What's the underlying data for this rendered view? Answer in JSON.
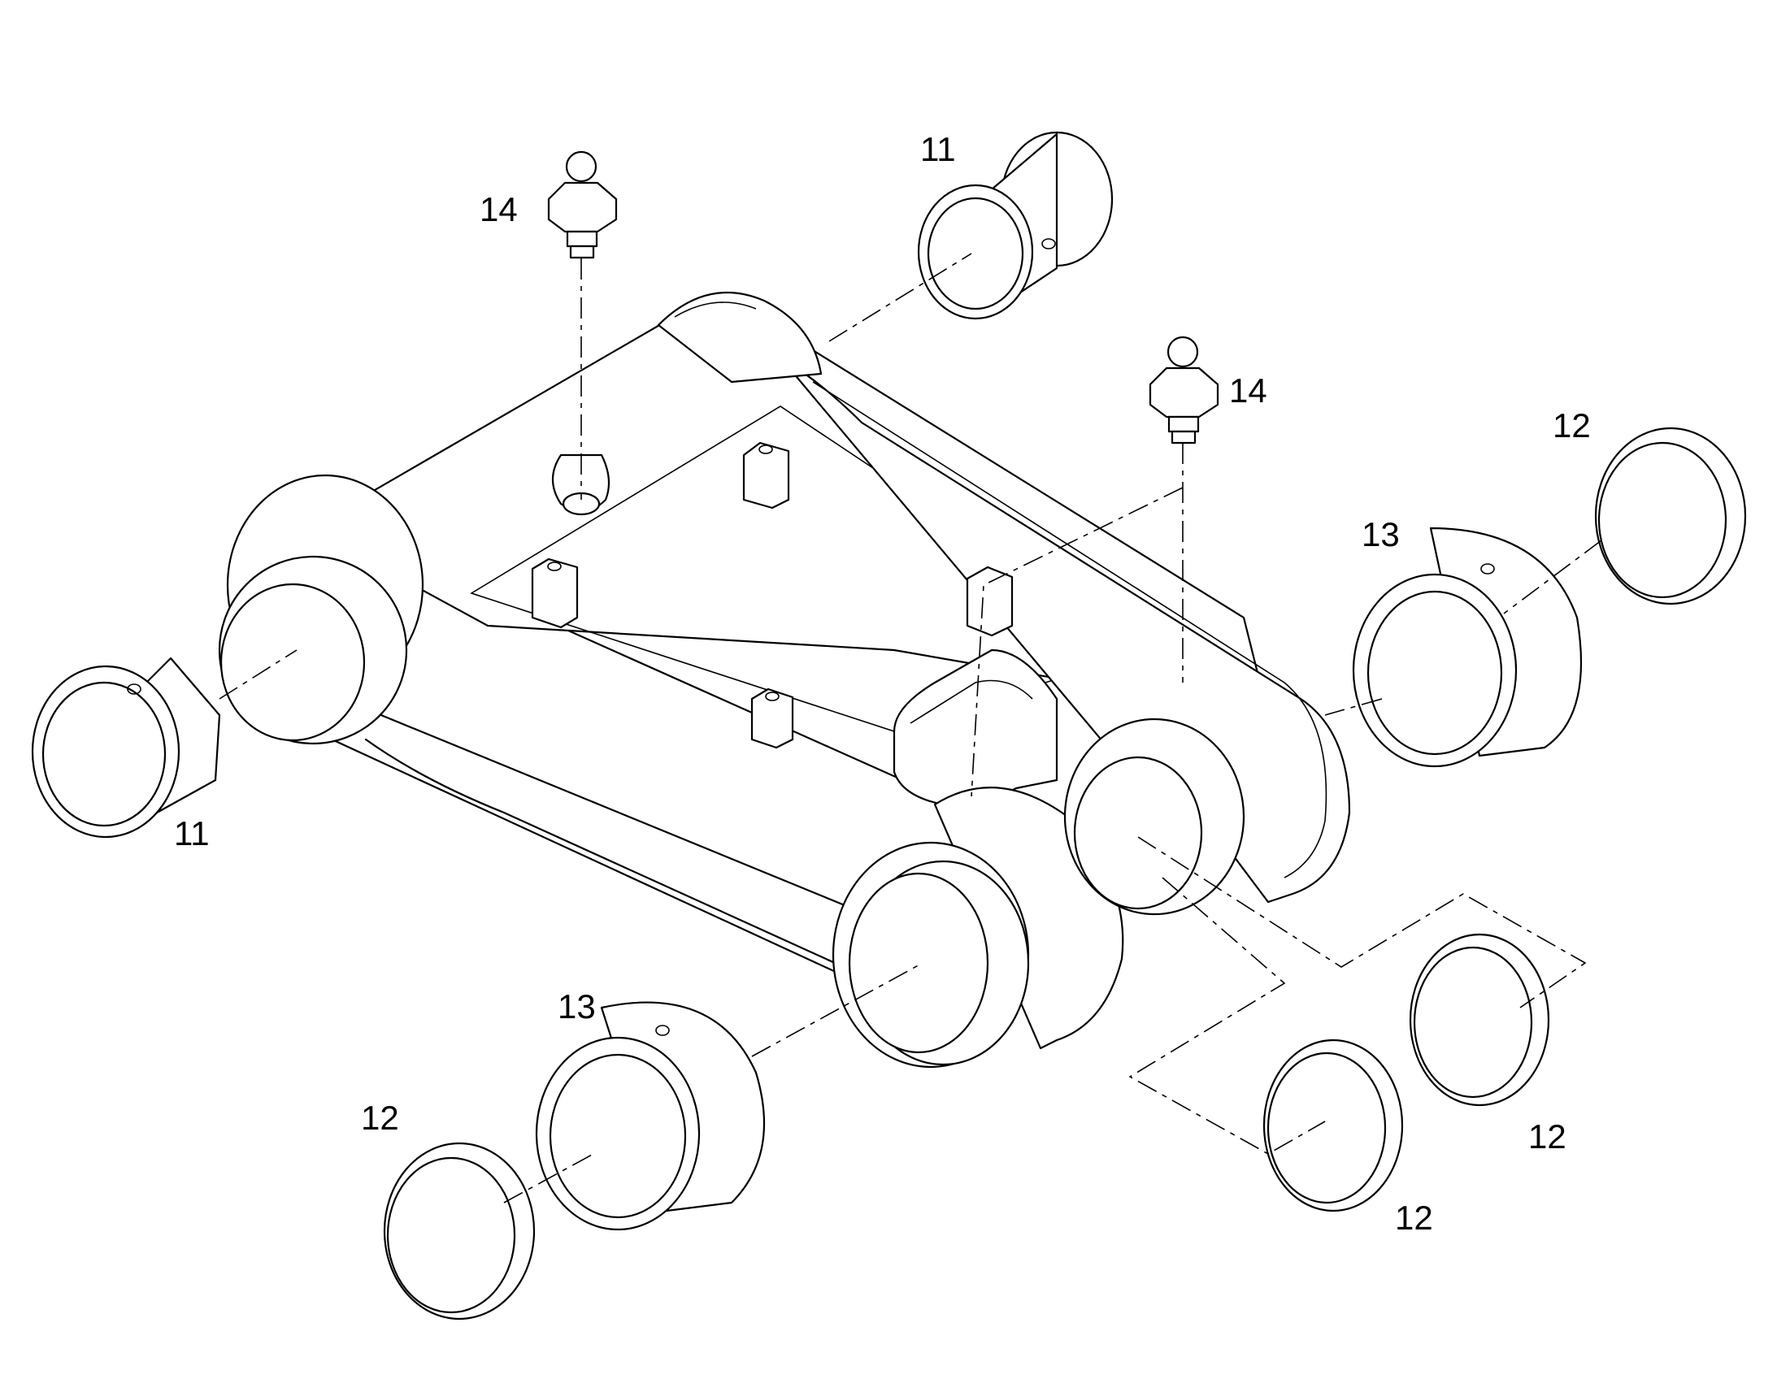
{
  "callouts": [
    {
      "id": "c11_top",
      "text": "11"
    },
    {
      "id": "c11_left",
      "text": "11"
    },
    {
      "id": "c14_left",
      "text": "14"
    },
    {
      "id": "c14_right",
      "text": "14"
    },
    {
      "id": "c12_topright",
      "text": "12"
    },
    {
      "id": "c13_right",
      "text": "13"
    },
    {
      "id": "c13_bottom",
      "text": "13"
    },
    {
      "id": "c12_bottomleft",
      "text": "12"
    },
    {
      "id": "c12_bottommid",
      "text": "12"
    },
    {
      "id": "c12_bottomright",
      "text": "12"
    }
  ]
}
